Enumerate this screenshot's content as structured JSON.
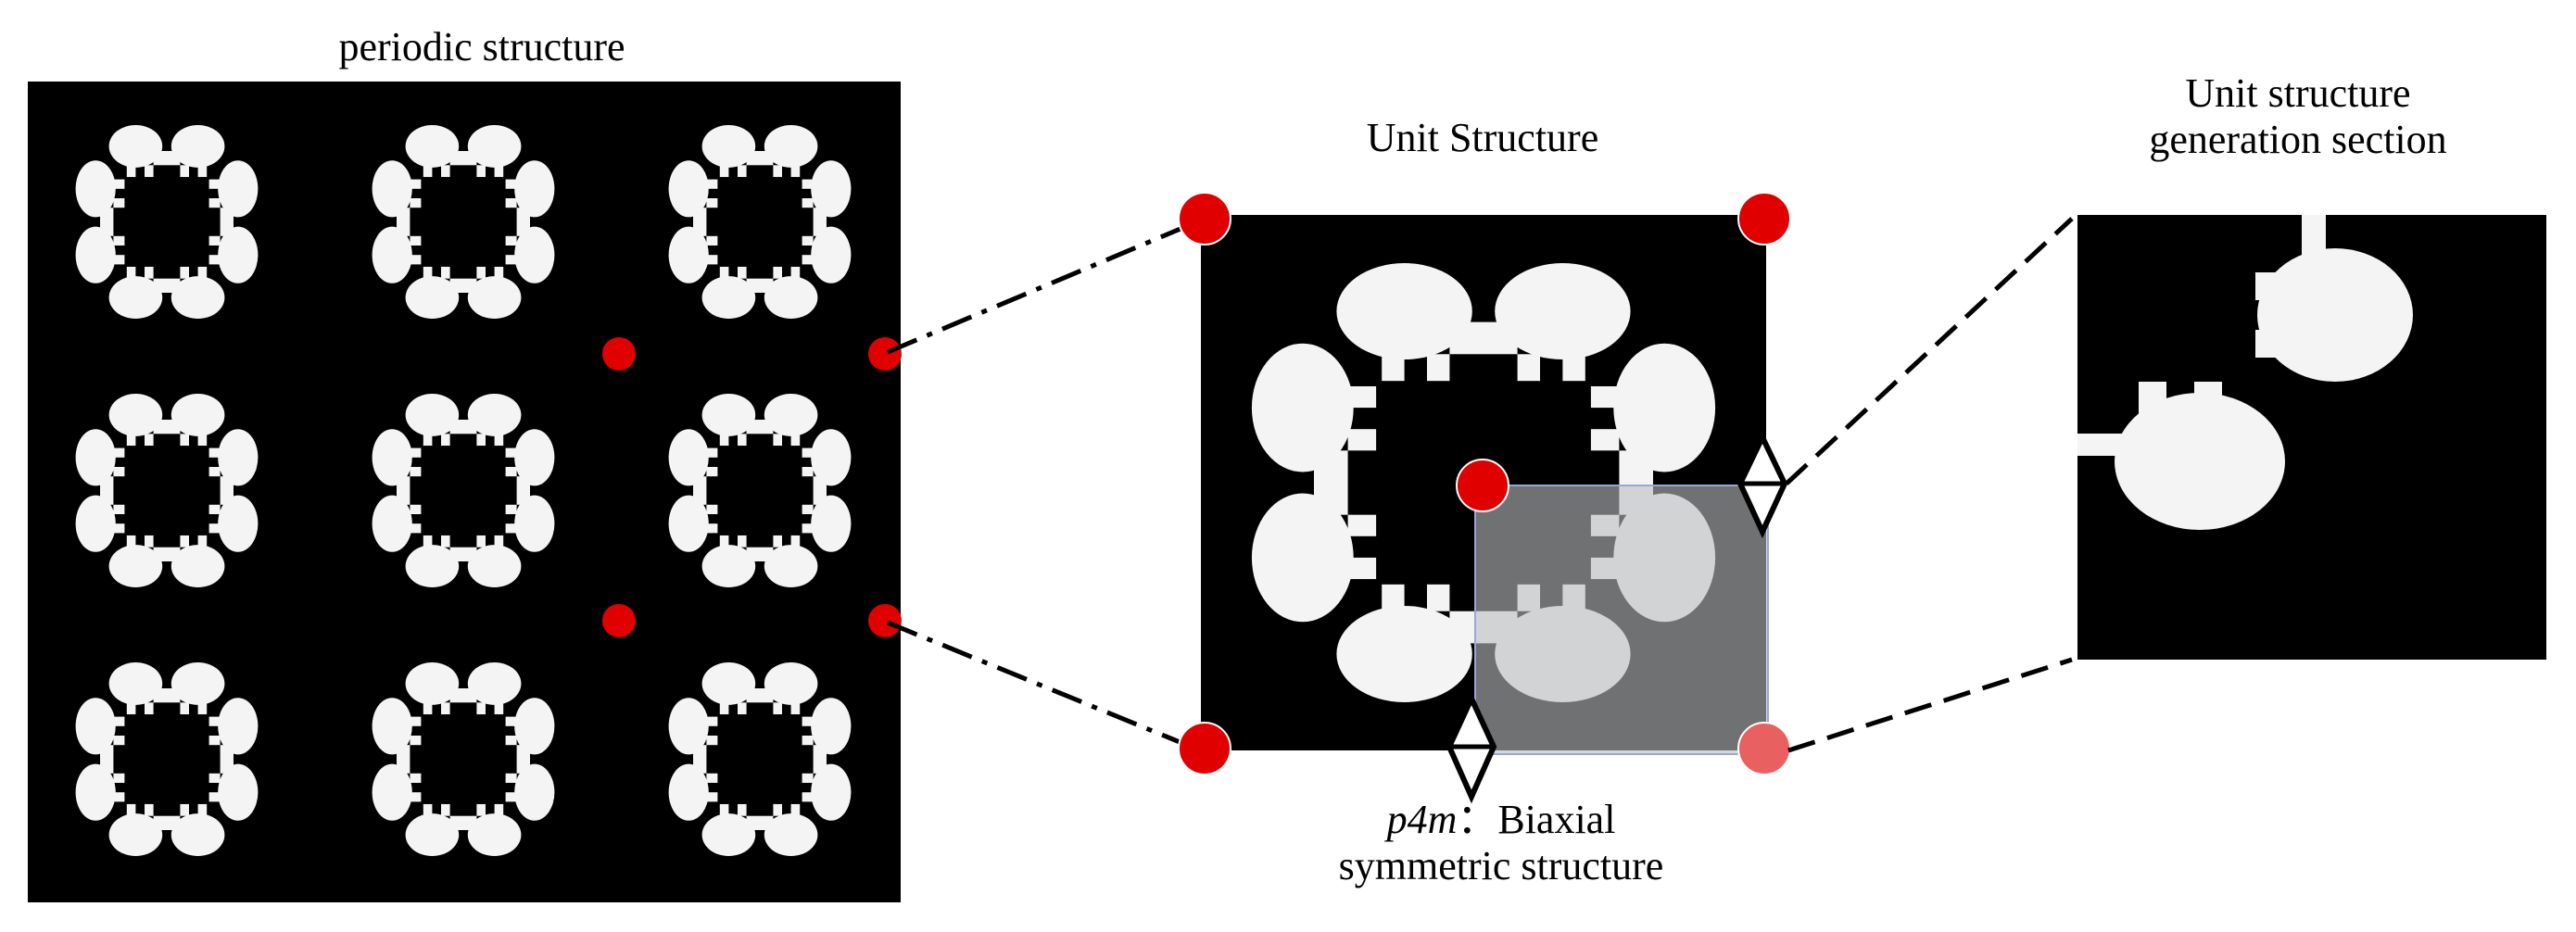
{
  "labels": {
    "periodic": "periodic structure",
    "unit": "Unit Structure",
    "generation_line1": "Unit structure",
    "generation_line2": "generation section",
    "symmetry_group": "p4m",
    "symmetry_sep": "：",
    "symmetry_line1_rest": "Biaxial",
    "symmetry_line2": "symmetric structure"
  },
  "colors": {
    "background": "#000000",
    "pattern": "#f4f4f4",
    "marker": "#e00000",
    "highlight": "#8a8c8e"
  },
  "periodic_grid": {
    "rows": 3,
    "cols": 3
  }
}
